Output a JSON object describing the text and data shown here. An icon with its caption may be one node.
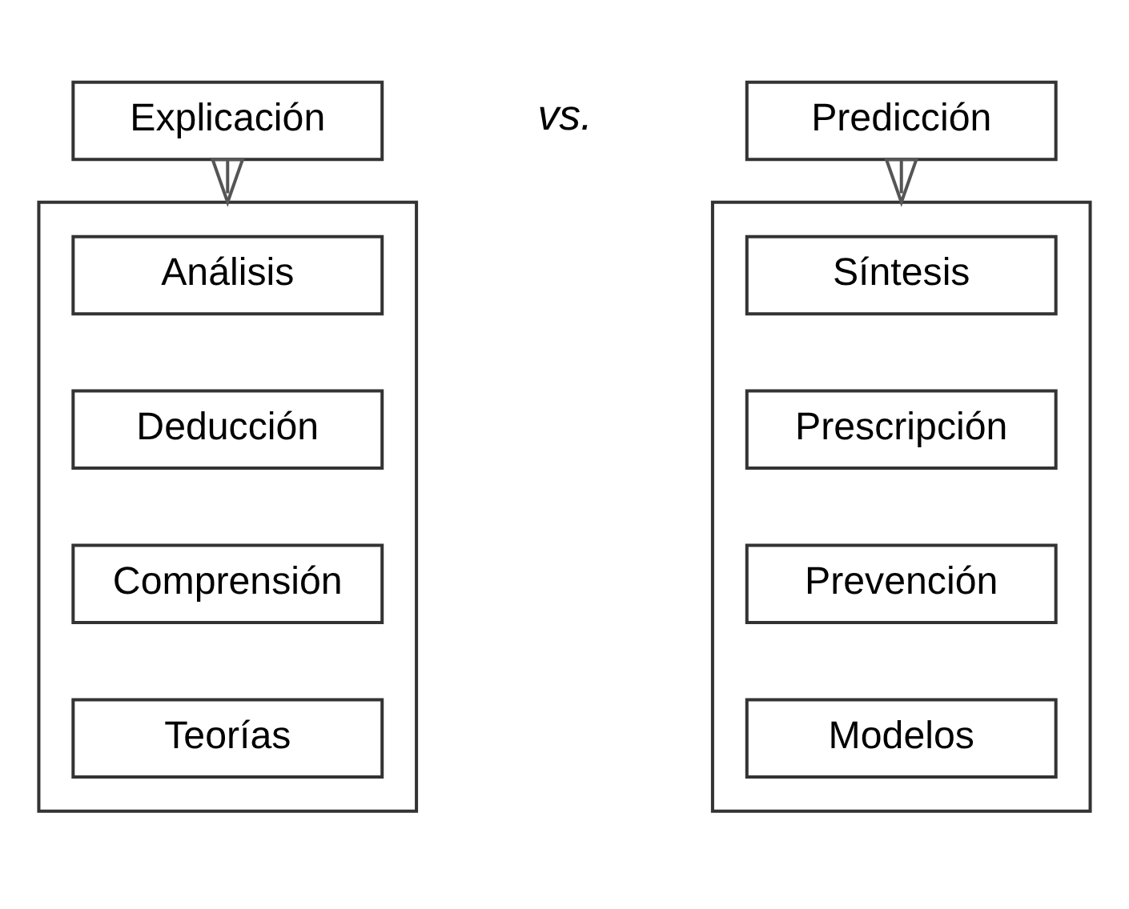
{
  "diagram": {
    "nodes": [
      {
        "text": [
          "Explicación"
        ]
      },
      {
        "text": [
          "Predicción"
        ]
      },
      {
        "text": [],
        "shape": "box"
      },
      {
        "text": [
          "Análisis"
        ],
        "in": 2
      },
      {
        "text": [
          "Deducción"
        ],
        "in": 2
      },
      {
        "text": [
          "Comprensión"
        ],
        "in": 2
      },
      {
        "text": [
          "Teorías"
        ],
        "in": 2
      },
      {
        "text": [],
        "shape": "box"
      },
      {
        "text": [
          "Síntesis"
        ],
        "in": 7
      },
      {
        "text": [
          "Prescripción"
        ],
        "in": 7
      },
      {
        "text": [
          "Prevención"
        ],
        "in": 7
      },
      {
        "text": [
          "Modelos"
        ],
        "in": 7
      }
    ],
    "edges": [
      {
        "from": 0,
        "to": 2,
        "arrow": "to"
      },
      {
        "from": 1,
        "to": 7,
        "arrow": "to"
      }
    ],
    "labels": [
      "vs."
    ]
  }
}
